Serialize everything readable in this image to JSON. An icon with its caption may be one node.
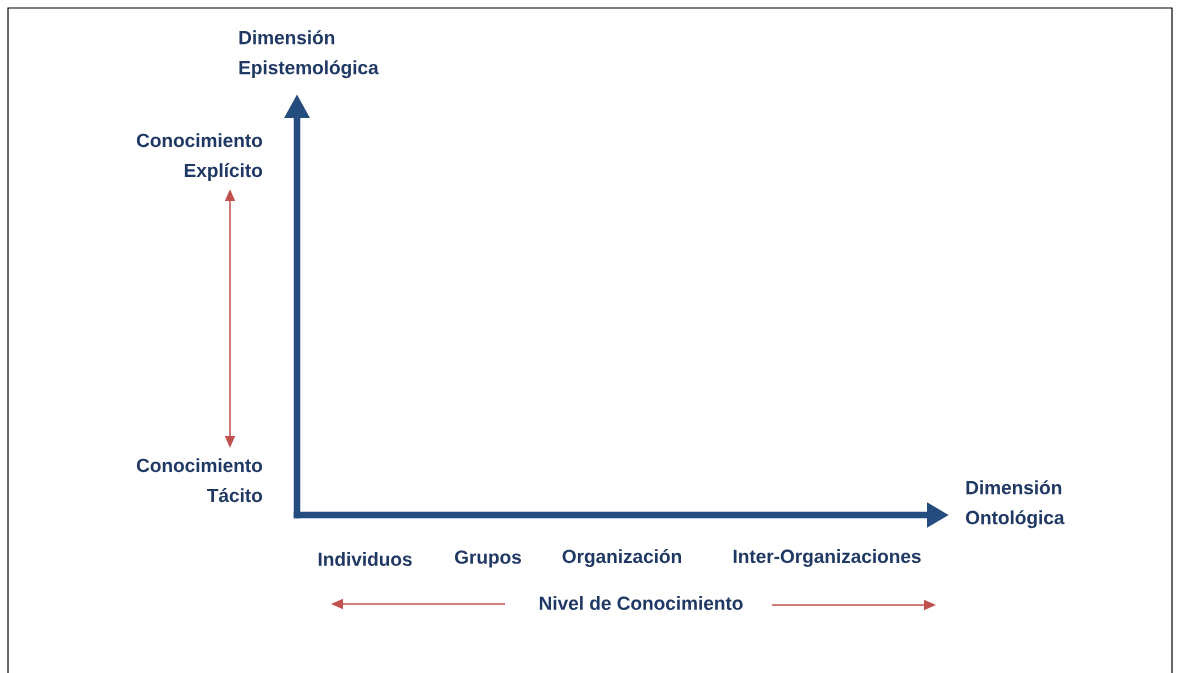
{
  "diagram": {
    "nodes": [
      {
        "text": [
          "Conocimiento Explícito"
        ]
      },
      {
        "text": [
          "Conocimiento Tácito"
        ]
      }
    ],
    "edges": [
      {
        "from": 0,
        "to": 1,
        "arrow": "both"
      }
    ],
    "labels": [
      "Dimensión Epistemológica",
      "Dimensión Ontológica",
      "Individuos",
      "Grupos",
      "Organización",
      "Inter-Organizaciones",
      "Nivel de Conocimiento"
    ]
  }
}
